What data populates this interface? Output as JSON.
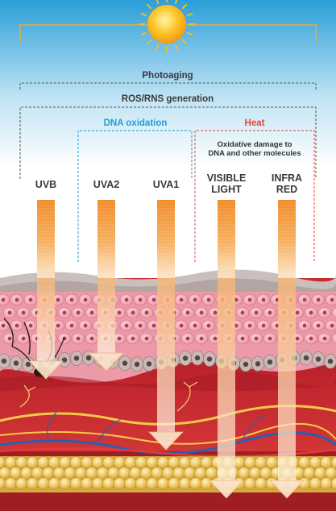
{
  "labels": {
    "photoaging": "Photoaging",
    "ros_rns": "ROS/RNS generation",
    "dna_oxidation": "DNA oxidation",
    "heat": "Heat",
    "oxidative_damage_line1": "Oxidative damage to",
    "oxidative_damage_line2": "DNA and other molecules"
  },
  "rays": [
    {
      "name_line1": "UVB",
      "name_line2": "",
      "depth": "epidermis-lower"
    },
    {
      "name_line1": "UVA2",
      "name_line2": "",
      "depth": "epidermis-basal"
    },
    {
      "name_line1": "UVA1",
      "name_line2": "",
      "depth": "dermis"
    },
    {
      "name_line1": "VISIBLE",
      "name_line2": "LIGHT",
      "depth": "hypodermis"
    },
    {
      "name_line1": "INFRA",
      "name_line2": "RED",
      "depth": "hypodermis"
    }
  ],
  "colors": {
    "sky_top": "#2a9fd8",
    "sky_bottom": "#ffffff",
    "sun": "#fbb917",
    "bracket_gold": "#f0a830",
    "bracket_gray": "#555555",
    "dna_blue": "#1e9ed9",
    "heat_red": "#e0463a",
    "ray_orange": "#f28c28",
    "dermis": "#c0262c",
    "fat": "#e9c25a"
  },
  "icons": {
    "sun": "sun-icon"
  }
}
